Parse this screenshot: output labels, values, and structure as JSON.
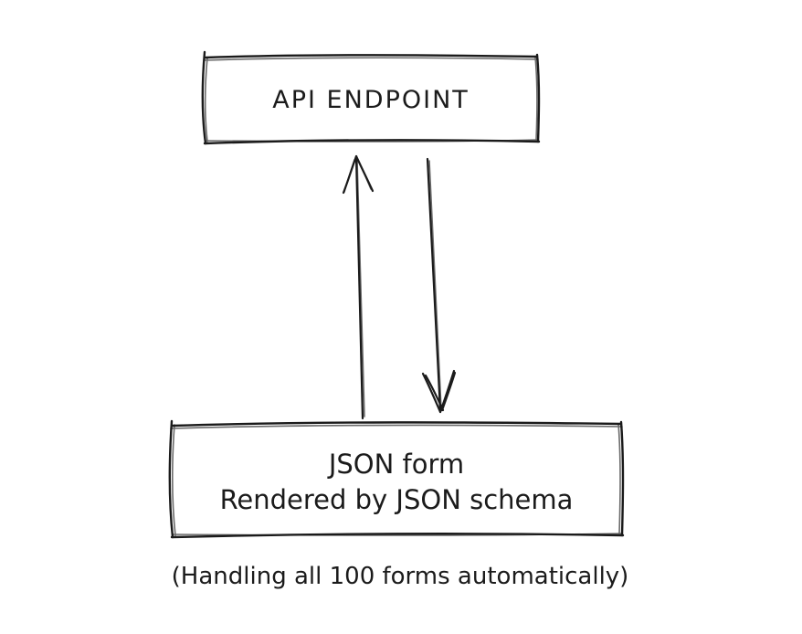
{
  "colors": {
    "background": "#ffffff",
    "stroke": "#1b1b1b",
    "text": "#1b1b1b"
  },
  "api_box": {
    "label": "API ENDPOINT"
  },
  "form_box": {
    "line1": "JSON form",
    "line2": "Rendered by JSON schema"
  },
  "caption": "(Handling all 100 forms automatically)",
  "arrows": [
    {
      "name": "form-to-api",
      "direction": "up"
    },
    {
      "name": "api-to-form",
      "direction": "down"
    }
  ]
}
